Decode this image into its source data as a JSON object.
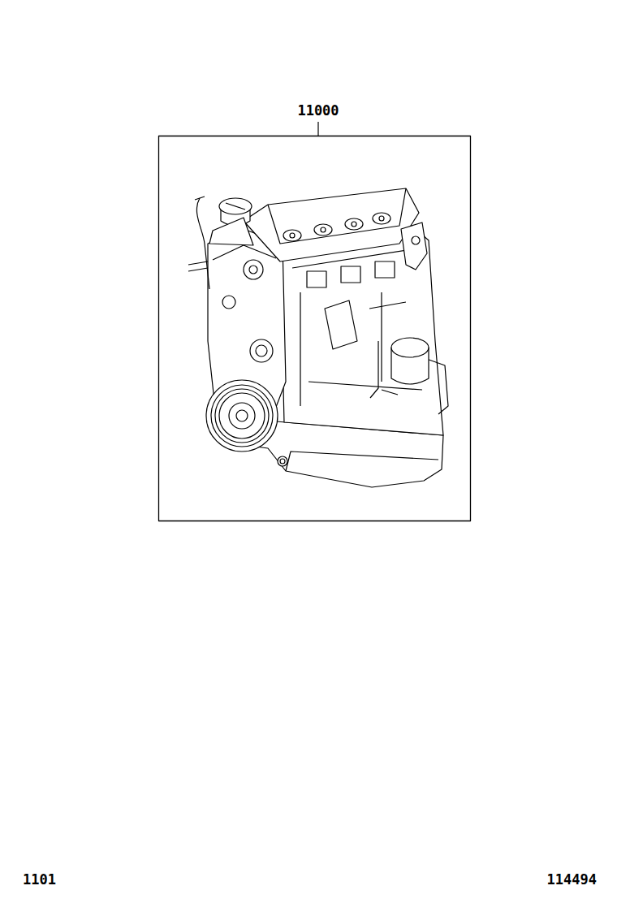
{
  "diagram": {
    "labels": [
      "11000",
      "1101",
      "114494"
    ]
  }
}
